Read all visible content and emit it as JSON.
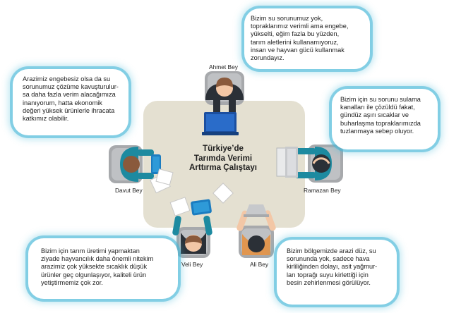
{
  "table": {
    "title_line1": "Türkiye’de",
    "title_line2": "Tarımda Verimi",
    "title_line3": "Arttırma Çalıştayı"
  },
  "participants": {
    "ahmet": {
      "name": "Ahmet Bey",
      "speech": "Bizim su sorunumuz yok,\ntopraklarımız verimli ama engebe,\nyükselti, eğim fazla bu yüzden,\ntarım aletlerini kullanamıyoruz,\ninsan ve hayvan gücü kullanmak\nzorundayız."
    },
    "ramazan": {
      "name": "Ramazan Bey",
      "speech": "Bizim için su sorunu sulama\nkanalları ile çözüldü fakat,\ngündüz aşırı sıcaklar ve\nbuharlaşma topraklarımızda\ntuzlanmaya sebep oluyor."
    },
    "davut": {
      "name": "Davut Bey",
      "speech": "Arazimiz engebesiz olsa da su\nsorunumuz çözüme kavuşturulur-\nsa daha fazla verim alacağımıza\ninanıyorum, hatta ekonomik\ndeğeri yüksek ürünlerle ihracata\nkatkımız olabilir."
    },
    "veli": {
      "name": "Veli Bey",
      "speech": "Bizim için tarım üretimi yapmaktan\nziyade hayvancılık daha önemli nitekim\narazimiz çok yüksekte sıcaklık düşük\nürünler geç olgunlaşıyor, kaliteli ürün\nyetiştirmemiz çok zor."
    },
    "ali": {
      "name": "Ali Bey",
      "speech": "Bizim bölgemizde arazi düz, su\nsorununda yok, sadece hava\nkirliliğinden dolayı, asit yağmur-\nları toprağı suyu kirlettiği için\nbesin zehirlenmesi görülüyor."
    }
  },
  "colors": {
    "table": "#e4e0d1",
    "bubble_glow": "#45b6d7",
    "chair": "#a7a9ac",
    "shirt_dark": "#2b3037",
    "shirt_teal": "#1d8aa0",
    "hair_brown": "#8a5a3c",
    "skin": "#f3c7a6",
    "tablet": "#1b7cc0",
    "laptop_gray": "#c7c9cc"
  }
}
